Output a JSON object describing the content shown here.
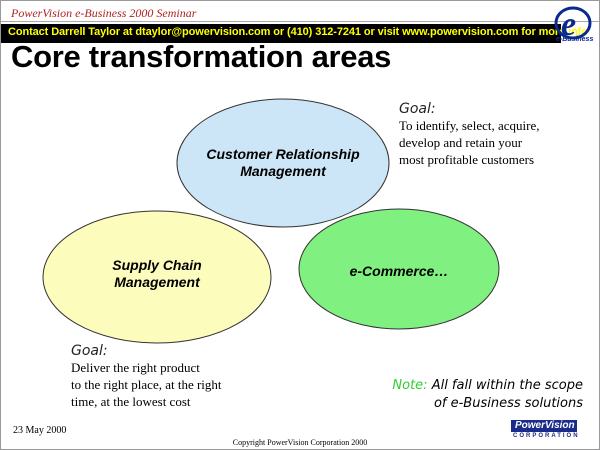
{
  "header": {
    "seminar": "PowerVision e-Business 2000 Seminar",
    "contact": "Contact Darrell Taylor at dtaylor@powervision.com or (410) 312-7241 or visit www.powervision.com for more info",
    "logo_letter": "e",
    "logo_tagline": "e-Business"
  },
  "title": "Core transformation areas",
  "areas": [
    {
      "line1": "Customer Relationship",
      "line2": "Management",
      "fill": "#cce6f7"
    },
    {
      "line1": "Supply Chain",
      "line2": "Management",
      "fill": "#fcfcbc"
    },
    {
      "line1": "e-Commerce…",
      "line2": "",
      "fill": "#80f080"
    }
  ],
  "goals": [
    {
      "heading": "Goal:",
      "lines": [
        "To identify, select, acquire,",
        "develop and retain your",
        "most profitable customers"
      ]
    },
    {
      "heading": "Goal:",
      "lines": [
        "Deliver the right product",
        "to the right place, at the right",
        "time, at the lowest cost"
      ]
    }
  ],
  "note": {
    "label": "Note:",
    "line1": "All fall within the scope",
    "line2": "of e-Business solutions",
    "label_color": "#33cc33"
  },
  "footer": {
    "date": "23 May 2000",
    "copyright": "Copyright PowerVision Corporation 2000",
    "brand": "PowerVision",
    "brand_sub": "CORPORATION"
  }
}
